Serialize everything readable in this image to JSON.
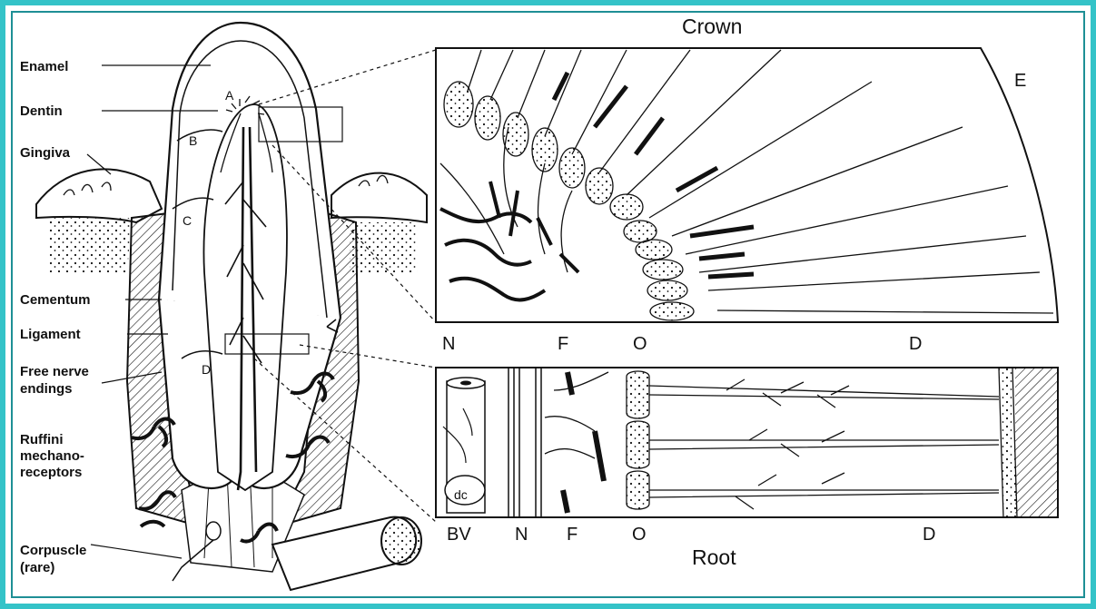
{
  "diagram": {
    "labels": {
      "enamel": "Enamel",
      "dentin": "Dentin",
      "gingiva": "Gingiva",
      "cementum": "Cementum",
      "ligament": "Ligament",
      "free_nerve_1": "Free nerve",
      "free_nerve_2": "endings",
      "ruffini_1": "Ruffini",
      "ruffini_2": "mechano-",
      "ruffini_3": "receptors",
      "corpuscle_1": "Corpuscle",
      "corpuscle_2": "(rare)"
    },
    "regions": {
      "a": "A",
      "b": "B",
      "c": "C",
      "d": "D"
    },
    "crown_panel": {
      "title": "Crown",
      "corner": "E",
      "bottom": [
        "N",
        "F",
        "O",
        "D"
      ]
    },
    "root_panel": {
      "title": "Root",
      "inner": "dc",
      "bottom": [
        "BV",
        "N",
        "F",
        "O",
        "D"
      ]
    }
  },
  "colors": {
    "frame": "#34c3c8",
    "ink": "#111111"
  }
}
